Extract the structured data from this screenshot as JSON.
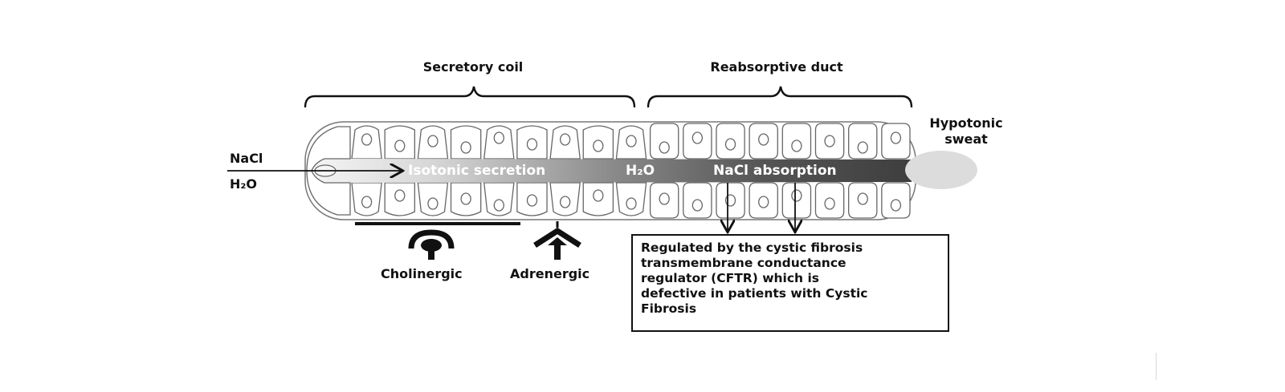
{
  "labels": {
    "secretory_coil": "Secretory coil",
    "reabsorptive_duct": "Reabsorptive duct",
    "hypotonic_sweat": "Hypotonic\nsweat",
    "nacl_in": "NaCl",
    "h2o_in": "H₂O",
    "isotonic_secretion": "Isotonic secretion",
    "h2o_lumen": "H₂O",
    "nacl_absorption": "NaCl absorption",
    "cholinergic": "Cholinergic",
    "adrenergic": "Adrenergic"
  },
  "regulation_box": {
    "text": "Regulated by the cystic fibrosis\ntransmembrane conductance\nregulator (CFTR) which is\ndefective in patients with Cystic\nFibrosis"
  },
  "colors": {
    "lumen_light": "#f2f2f2",
    "lumen_dark": "#4a4a4a",
    "cell_fill": "#ffffff",
    "cell_stroke": "#666666",
    "sweat_drop": "#d9d9d9",
    "ink": "#111111"
  }
}
